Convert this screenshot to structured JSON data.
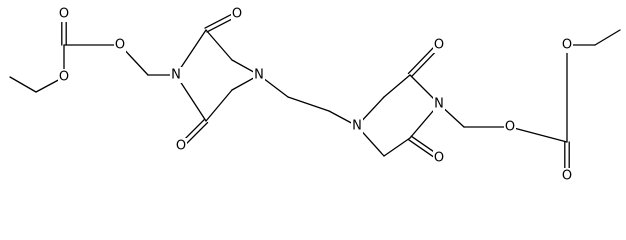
{
  "structure": {
    "atoms": [
      {
        "id": "O_a",
        "label": "O"
      },
      {
        "id": "O_b",
        "label": "O"
      },
      {
        "id": "O_c",
        "label": "O"
      },
      {
        "id": "N_1",
        "label": "N"
      },
      {
        "id": "O_d",
        "label": "O"
      },
      {
        "id": "O_e",
        "label": "O"
      },
      {
        "id": "N_2",
        "label": "N"
      },
      {
        "id": "N_3",
        "label": "N"
      },
      {
        "id": "O_f",
        "label": "O"
      },
      {
        "id": "O_g",
        "label": "O"
      },
      {
        "id": "N_4",
        "label": "N"
      },
      {
        "id": "O_h",
        "label": "O"
      },
      {
        "id": "O_i",
        "label": "O"
      },
      {
        "id": "O_j",
        "label": "O"
      }
    ]
  }
}
